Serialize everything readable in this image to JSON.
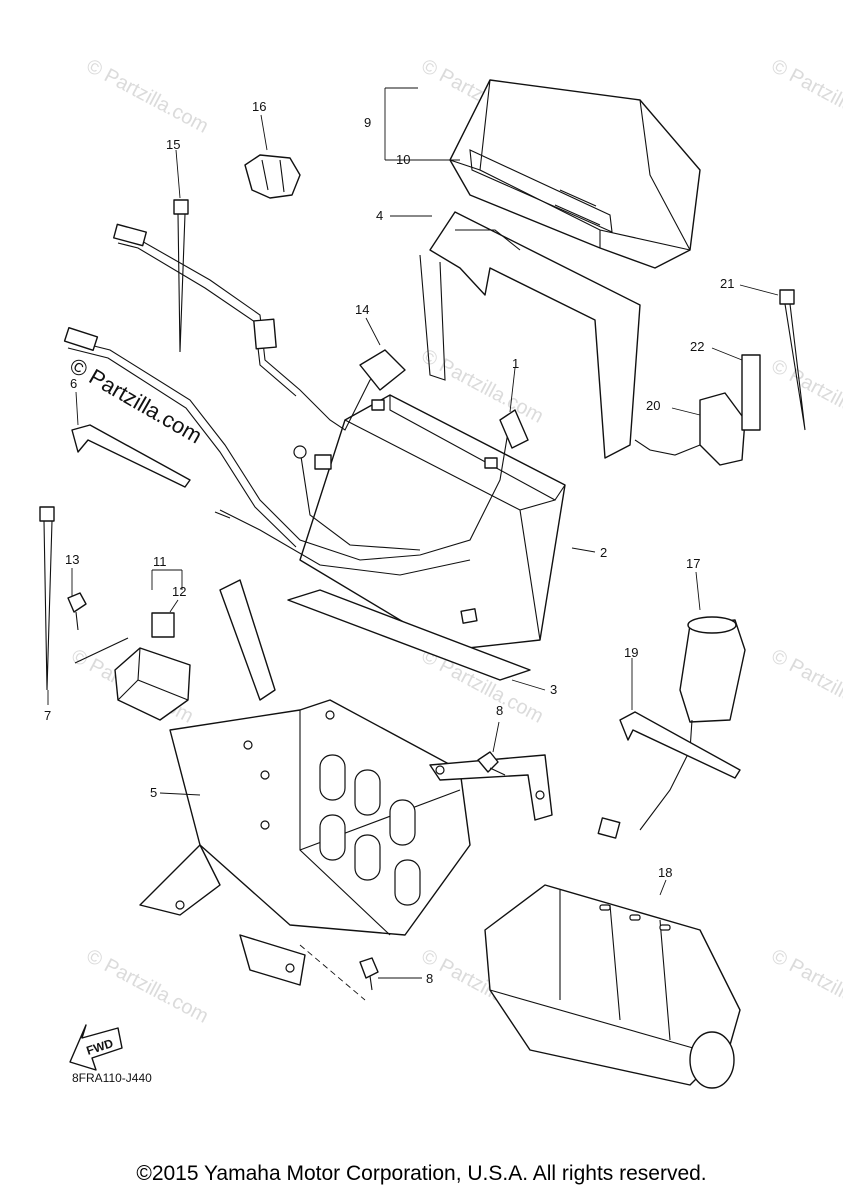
{
  "diagram": {
    "watermark_text": "© Partzilla.com",
    "diagram_code": "8FRA110-J440",
    "fwd_label": "FWD",
    "copyright": "©2015 Yamaha Motor Corporation, U.S.A. All rights reserved.",
    "callouts": [
      "1",
      "2",
      "3",
      "4",
      "5",
      "6",
      "7",
      "8",
      "8",
      "9",
      "10",
      "11",
      "12",
      "13",
      "14",
      "15",
      "16",
      "17",
      "18",
      "19",
      "20",
      "21",
      "22"
    ]
  }
}
